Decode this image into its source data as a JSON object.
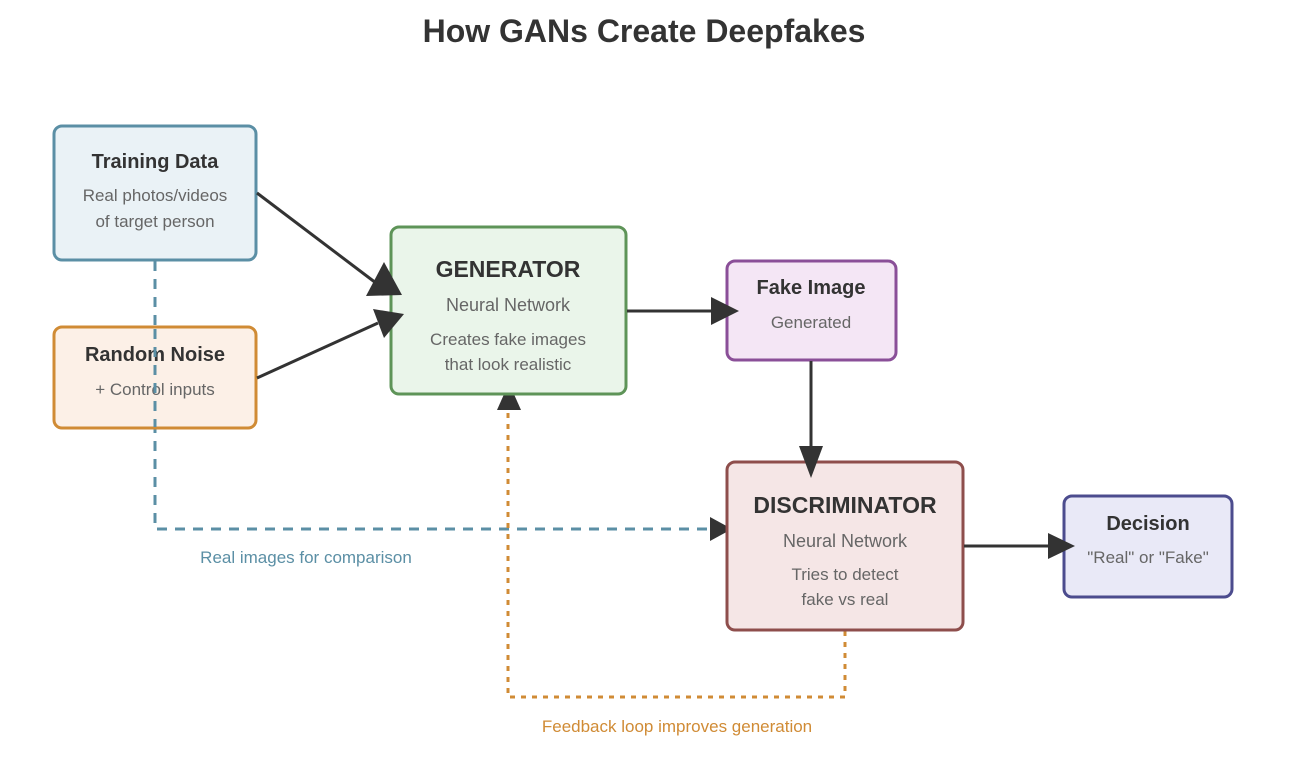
{
  "title": "How GANs Create Deepfakes",
  "colors": {
    "arrow": "#333333",
    "real_path": "#5b8fa5",
    "feedback_path": "#d08b35"
  },
  "nodes": {
    "training_data": {
      "title": "Training Data",
      "lines": [
        "Real photos/videos",
        "of target person"
      ],
      "fill": "#eaf2f6",
      "stroke": "#5b8fa5"
    },
    "random_noise": {
      "title": "Random Noise",
      "lines": [
        "+ Control inputs"
      ],
      "fill": "#fcf0e7",
      "stroke": "#d08b35"
    },
    "generator": {
      "title": "GENERATOR",
      "subtitle": "Neural Network",
      "lines": [
        "Creates fake images",
        "that look realistic"
      ],
      "fill": "#eaf5ea",
      "stroke": "#5e9458"
    },
    "fake_image": {
      "title": "Fake Image",
      "lines": [
        "Generated"
      ],
      "fill": "#f4e6f5",
      "stroke": "#8a4f98"
    },
    "discriminator": {
      "title": "DISCRIMINATOR",
      "subtitle": "Neural Network",
      "lines": [
        "Tries to detect",
        "fake vs real"
      ],
      "fill": "#f5e6e6",
      "stroke": "#8e4e4c"
    },
    "decision": {
      "title": "Decision",
      "lines": [
        "\"Real\" or \"Fake\""
      ],
      "fill": "#e9e9f7",
      "stroke": "#4c4c8e"
    }
  },
  "edges": {
    "real_images_label": "Real images for comparison",
    "feedback_label": "Feedback loop improves generation"
  }
}
